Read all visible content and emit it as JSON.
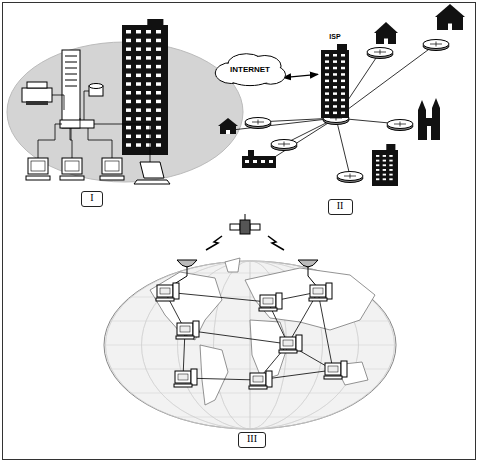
{
  "diagram": {
    "nodes": [
      {
        "text": [
          "I"
        ]
      },
      {
        "text": [
          "INTERNET"
        ]
      },
      {
        "text": [
          "ISP"
        ]
      },
      {
        "text": [
          "II"
        ]
      },
      {
        "text": [
          "III"
        ]
      }
    ],
    "edges": [
      {
        "from": 1,
        "to": 2,
        "arrow": "both"
      }
    ]
  }
}
